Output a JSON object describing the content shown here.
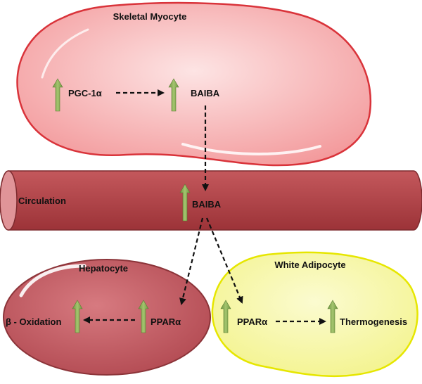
{
  "cells": {
    "myocyte": {
      "title": "Skeletal Myocyte",
      "items": [
        "PGC-1α",
        "BAIBA"
      ]
    },
    "circulation": {
      "title": "Circulation",
      "item": "BAIBA"
    },
    "hepatocyte": {
      "title": "Hepatocyte",
      "items": [
        "β - Oxidation",
        "PPARα"
      ]
    },
    "adipocyte": {
      "title": "White Adipocyte",
      "items": [
        "PPARα",
        "Thermogenesis"
      ]
    }
  },
  "colors": {
    "myocyte_fill": "#f7b8b8",
    "myocyte_stroke": "#d9333a",
    "vessel_fill": "#b5474b",
    "hepatocyte_fill": "#c0565d",
    "adipocyte_fill": "#f7f7a8",
    "adipocyte_stroke": "#e6e600",
    "up_arrow": "#8fb25a"
  },
  "icons": [
    "up-arrow-icon",
    "dashed-arrow-icon"
  ]
}
